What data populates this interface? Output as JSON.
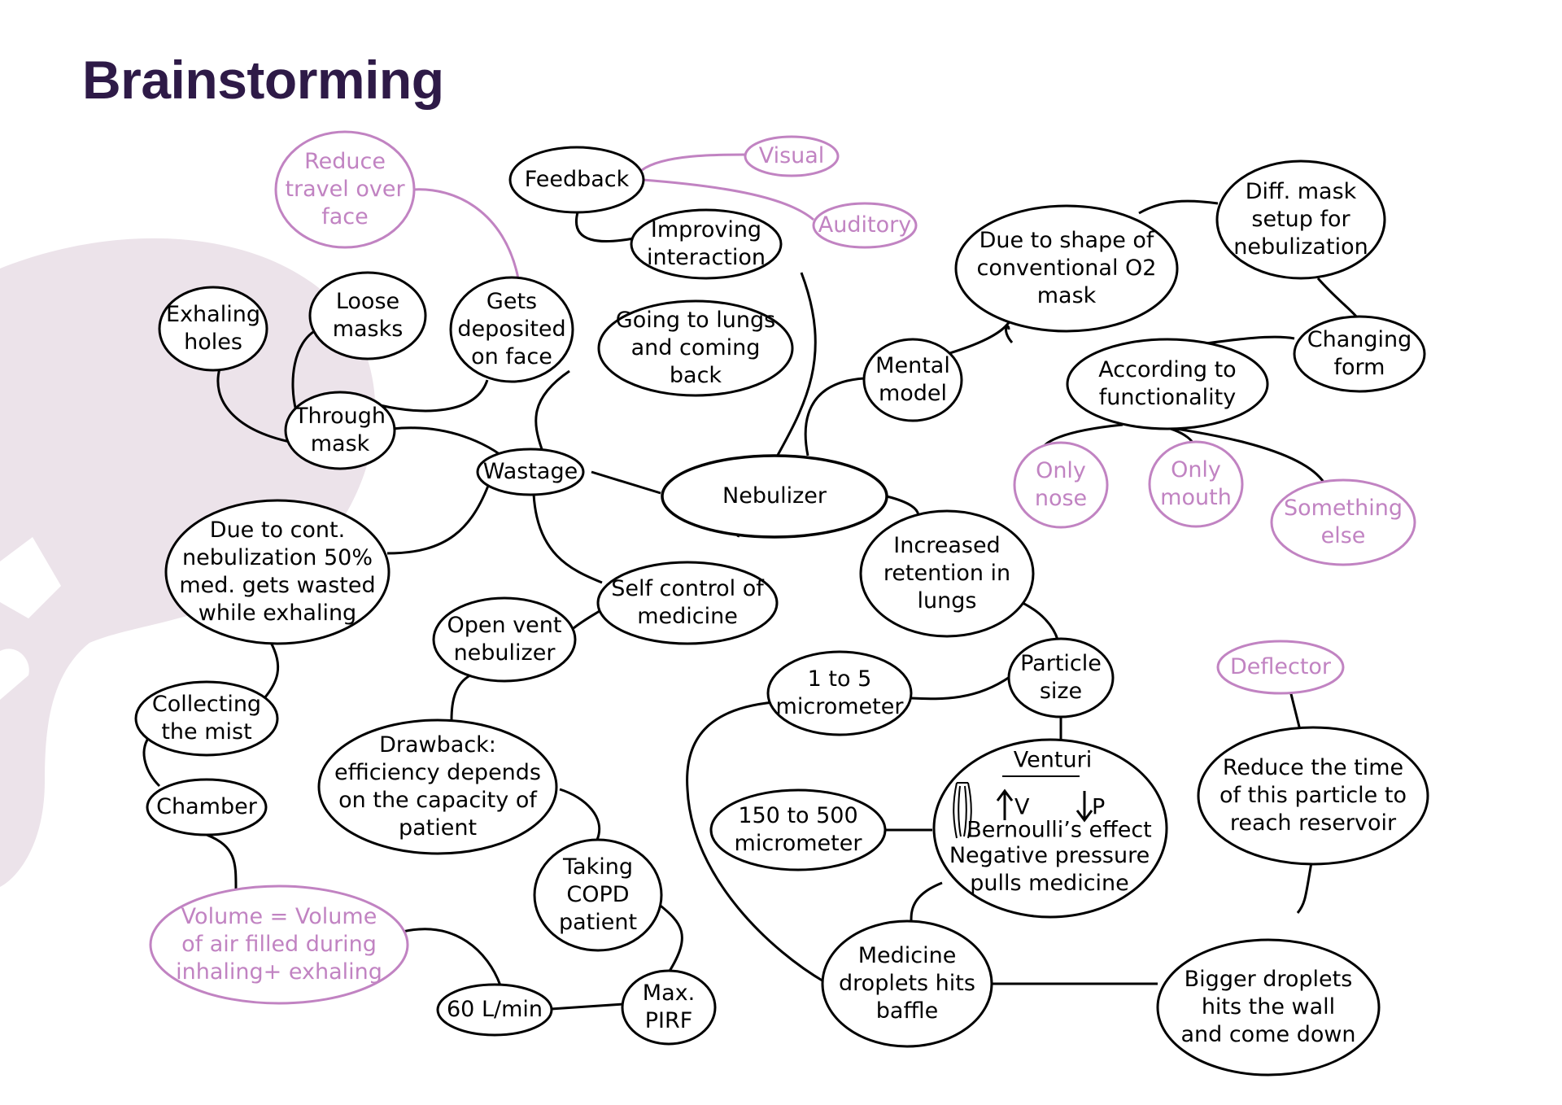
{
  "title": "Brainstorming",
  "colors": {
    "title": "#2e1a47",
    "ink": "#000000",
    "accent": "#c183c2",
    "background_shape": "#ece3ea"
  },
  "nodes": [
    {
      "id": "nebulizer",
      "lines": [
        "Nebulizer"
      ],
      "style": "center"
    },
    {
      "id": "feedback",
      "lines": [
        "Feedback"
      ],
      "style": "primary"
    },
    {
      "id": "visual",
      "lines": [
        "Visual"
      ],
      "style": "accent"
    },
    {
      "id": "auditory",
      "lines": [
        "Auditory"
      ],
      "style": "accent"
    },
    {
      "id": "improving-interaction",
      "lines": [
        "Improving",
        "interaction"
      ],
      "style": "primary"
    },
    {
      "id": "reduce-travel",
      "lines": [
        "Reduce",
        "travel over",
        "face"
      ],
      "style": "accent"
    },
    {
      "id": "gets-deposited",
      "lines": [
        "Gets",
        "deposited",
        "on face"
      ],
      "style": "primary"
    },
    {
      "id": "loose-masks",
      "lines": [
        "Loose",
        "masks"
      ],
      "style": "primary"
    },
    {
      "id": "exhaling-holes",
      "lines": [
        "Exhaling",
        "holes"
      ],
      "style": "primary"
    },
    {
      "id": "through-mask",
      "lines": [
        "Through",
        "mask"
      ],
      "style": "primary"
    },
    {
      "id": "going-to-lungs",
      "lines": [
        "Going to lungs",
        "and coming",
        "back"
      ],
      "style": "primary"
    },
    {
      "id": "wastage",
      "lines": [
        "Wastage"
      ],
      "style": "primary"
    },
    {
      "id": "due-to-cont",
      "lines": [
        "Due to cont.",
        "nebulization 50%",
        "med. gets wasted",
        "while exhaling"
      ],
      "style": "primary"
    },
    {
      "id": "self-control",
      "lines": [
        "Self control of",
        "medicine"
      ],
      "style": "primary"
    },
    {
      "id": "open-vent",
      "lines": [
        "Open vent",
        "nebulizer"
      ],
      "style": "primary"
    },
    {
      "id": "drawback",
      "lines": [
        "Drawback:",
        "efficiency depends",
        "on the capacity of",
        "patient"
      ],
      "style": "primary"
    },
    {
      "id": "taking-copd",
      "lines": [
        "Taking",
        "COPD",
        "patient"
      ],
      "style": "primary"
    },
    {
      "id": "max-pirf",
      "lines": [
        "Max.",
        "PIRF"
      ],
      "style": "primary"
    },
    {
      "id": "sixty-lmin",
      "lines": [
        "60 L/min"
      ],
      "style": "primary"
    },
    {
      "id": "volume",
      "lines": [
        "Volume = Volume",
        "of air filled during",
        "inhaling+ exhaling"
      ],
      "style": "accent"
    },
    {
      "id": "collecting-mist",
      "lines": [
        "Collecting",
        "the mist"
      ],
      "style": "primary"
    },
    {
      "id": "chamber",
      "lines": [
        "Chamber"
      ],
      "style": "primary"
    },
    {
      "id": "mental-model",
      "lines": [
        "Mental",
        "model"
      ],
      "style": "primary"
    },
    {
      "id": "due-to-shape",
      "lines": [
        "Due to shape of",
        "conventional O2",
        "mask"
      ],
      "style": "primary"
    },
    {
      "id": "diff-mask",
      "lines": [
        "Diff. mask",
        "setup for",
        "nebulization"
      ],
      "style": "primary"
    },
    {
      "id": "changing-form",
      "lines": [
        "Changing",
        "form"
      ],
      "style": "primary"
    },
    {
      "id": "according-functionality",
      "lines": [
        "According to",
        "functionality"
      ],
      "style": "primary"
    },
    {
      "id": "only-nose",
      "lines": [
        "Only",
        "nose"
      ],
      "style": "accent"
    },
    {
      "id": "only-mouth",
      "lines": [
        "Only",
        "mouth"
      ],
      "style": "accent"
    },
    {
      "id": "something-else",
      "lines": [
        "Something",
        "else"
      ],
      "style": "accent"
    },
    {
      "id": "increased-retention",
      "lines": [
        "Increased",
        "retention in",
        "lungs"
      ],
      "style": "primary"
    },
    {
      "id": "particle-size",
      "lines": [
        "Particle",
        "size"
      ],
      "style": "primary"
    },
    {
      "id": "one-to-five",
      "lines": [
        "1 to 5",
        "micrometer"
      ],
      "style": "primary"
    },
    {
      "id": "one-fifty-to-five-hundred",
      "lines": [
        "150 to 500",
        "micrometer"
      ],
      "style": "primary"
    },
    {
      "id": "medicine-droplets",
      "lines": [
        "Medicine",
        "droplets hits",
        "baffle"
      ],
      "style": "primary"
    },
    {
      "id": "deflector",
      "lines": [
        "Deflector"
      ],
      "style": "accent"
    },
    {
      "id": "reduce-time",
      "lines": [
        "Reduce the time",
        "of this particle to",
        "reach reservoir"
      ],
      "style": "primary"
    },
    {
      "id": "bigger-droplets",
      "lines": [
        "Bigger droplets",
        "hits the wall",
        "and come down"
      ],
      "style": "primary"
    }
  ],
  "venturi": {
    "heading": "Venturi",
    "velocity_symbol": "V",
    "pressure_symbol": "P",
    "effect": "Bernoulli’s effect",
    "lines": [
      "Negative pressure",
      "pulls medicine"
    ]
  }
}
